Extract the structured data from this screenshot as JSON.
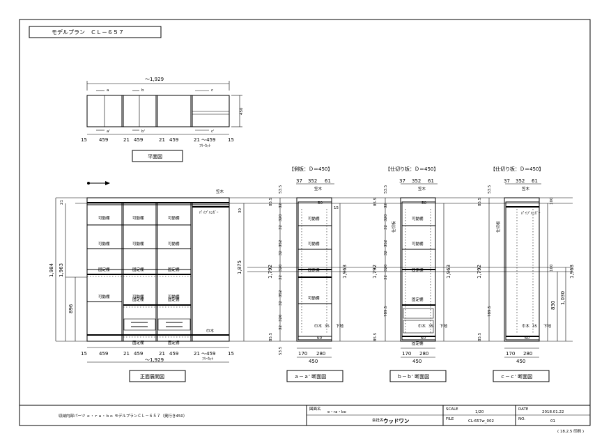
{
  "title": "モデルプラン　ＣＬ－６５７",
  "plan": {
    "width": "～1,929",
    "depth": "450",
    "marks": [
      "a",
      "b",
      "c"
    ],
    "marks_prime": [
      "a'",
      "b'",
      "c'"
    ],
    "dims": [
      "15",
      "459",
      "21",
      "459",
      "21",
      "459",
      "21 ～459",
      "15"
    ],
    "free_cut": "ﾌﾘｰｶｯﾄ",
    "caption": "平面図"
  },
  "front": {
    "caption": "正面展開図",
    "width": "～1,929",
    "dims": [
      "15",
      "459",
      "21",
      "459",
      "21",
      "459",
      "21 ～459",
      "15"
    ],
    "free_cut": "ﾌﾘｰｶｯﾄ",
    "height_total": "1,984",
    "height_mid": "1,963",
    "height_low": "896",
    "top": "21",
    "right_h": "1,875",
    "right_top": "30",
    "movable": "可動棚",
    "fixed": "固定棚",
    "rod": "ﾊﾟｲﾌﾟﾊﾝｶﾞｰ",
    "beam_top": "笠木",
    "beam_bottom": "巾木"
  },
  "sections": [
    {
      "header": "【側板：Ｄ＝450】",
      "caption": "ａ－ａ' 断面図",
      "top": [
        "37",
        "352",
        "61"
      ],
      "bottom": [
        "170",
        "280"
      ],
      "depth": "450",
      "left": [
        "53.5",
        "85.5",
        "32",
        "320",
        "32",
        "352",
        "32",
        "320",
        "32",
        "352",
        "32",
        "320",
        "32",
        "85.5",
        "53.5"
      ],
      "h1": "1,792",
      "h2": "1,963",
      "r1": "50",
      "r2": "15",
      "b1": "60",
      "b2": "35",
      "beam_top": "笠木",
      "beam_bottom": "巾木",
      "floor": "下地"
    },
    {
      "header": "【仕切り板：Ｄ＝450】",
      "caption": "ｂ－ｂ' 断面図",
      "top": [
        "37",
        "352",
        "61"
      ],
      "bottom": [
        "170",
        "280"
      ],
      "depth": "450",
      "left": [
        "53.5",
        "85.5",
        "32",
        "320",
        "32",
        "352",
        "32",
        "320",
        "32",
        "789.5",
        "85.5"
      ],
      "h1": "1,792",
      "h2": "1,963",
      "r1": "50",
      "b1": "60",
      "b2": "35",
      "beam_top": "笠木",
      "beam_bottom": "巾木",
      "floor": "下地",
      "side": "仕切板"
    },
    {
      "header": "【仕切り板：Ｄ＝450】",
      "caption": "ｃ－ｃ' 断面図",
      "top": [
        "37",
        "352",
        "61"
      ],
      "bottom": [
        "170",
        "280"
      ],
      "depth": "450",
      "left": [
        "53.5",
        "85.5",
        "789.5",
        "85.5"
      ],
      "h1": "1,792",
      "h2": "1,963",
      "r1": "100",
      "r2": "100",
      "r3": "830",
      "r4": "1,030",
      "b1": "60",
      "b2": "35",
      "beam_top": "笠木",
      "beam_bottom": "巾木",
      "floor": "下地",
      "side": "仕切板",
      "rod": "ﾊﾟｲﾌﾟﾊﾝｶﾞｰ"
    }
  ],
  "titleblock": {
    "project": "収納内部パーツ ｅ・ｒａ・ｂｏ モデルプランＣＬ－６５７（奥行き450）",
    "label_name": "図面名",
    "name": "e・ra・bo",
    "label_company": "会社名",
    "company": "ウッドワン",
    "label_scale": "SCALE",
    "scale": "1/20",
    "label_file": "FILE",
    "file": "CL-657w_002",
    "label_date": "DATE",
    "date": "2018.01.22",
    "label_no": "NO.",
    "no": "01",
    "footer": "( 18.2.5 印刷 )"
  }
}
